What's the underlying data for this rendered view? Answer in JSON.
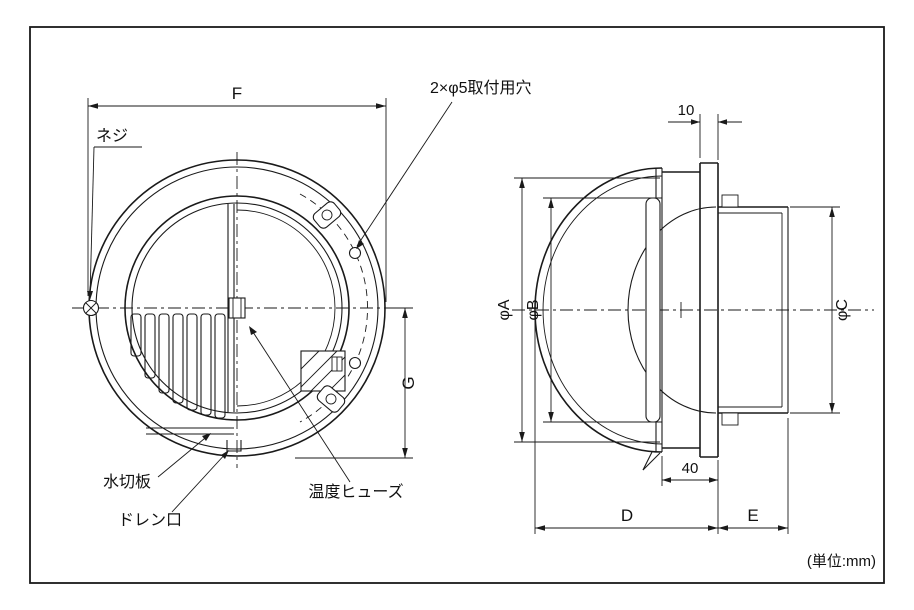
{
  "page": {
    "background": "#ffffff",
    "line_color": "#1a1a1a"
  },
  "diagram": {
    "unit_note": "(単位:mm)",
    "front_view": {
      "labels": {
        "screw": "ネジ",
        "mounting_holes": "2×φ5取付用穴",
        "drip_plate": "水切板",
        "drain_port": "ドレン口",
        "thermal_fuse": "温度ヒューズ"
      },
      "dimensions": {
        "f": "F",
        "g": "G"
      }
    },
    "side_view": {
      "dimensions": {
        "phi_a": "φA",
        "phi_b": "φB",
        "phi_c": "φC",
        "d": "D",
        "e": "E",
        "flange_offset": "10",
        "throat_depth": "40"
      }
    }
  }
}
